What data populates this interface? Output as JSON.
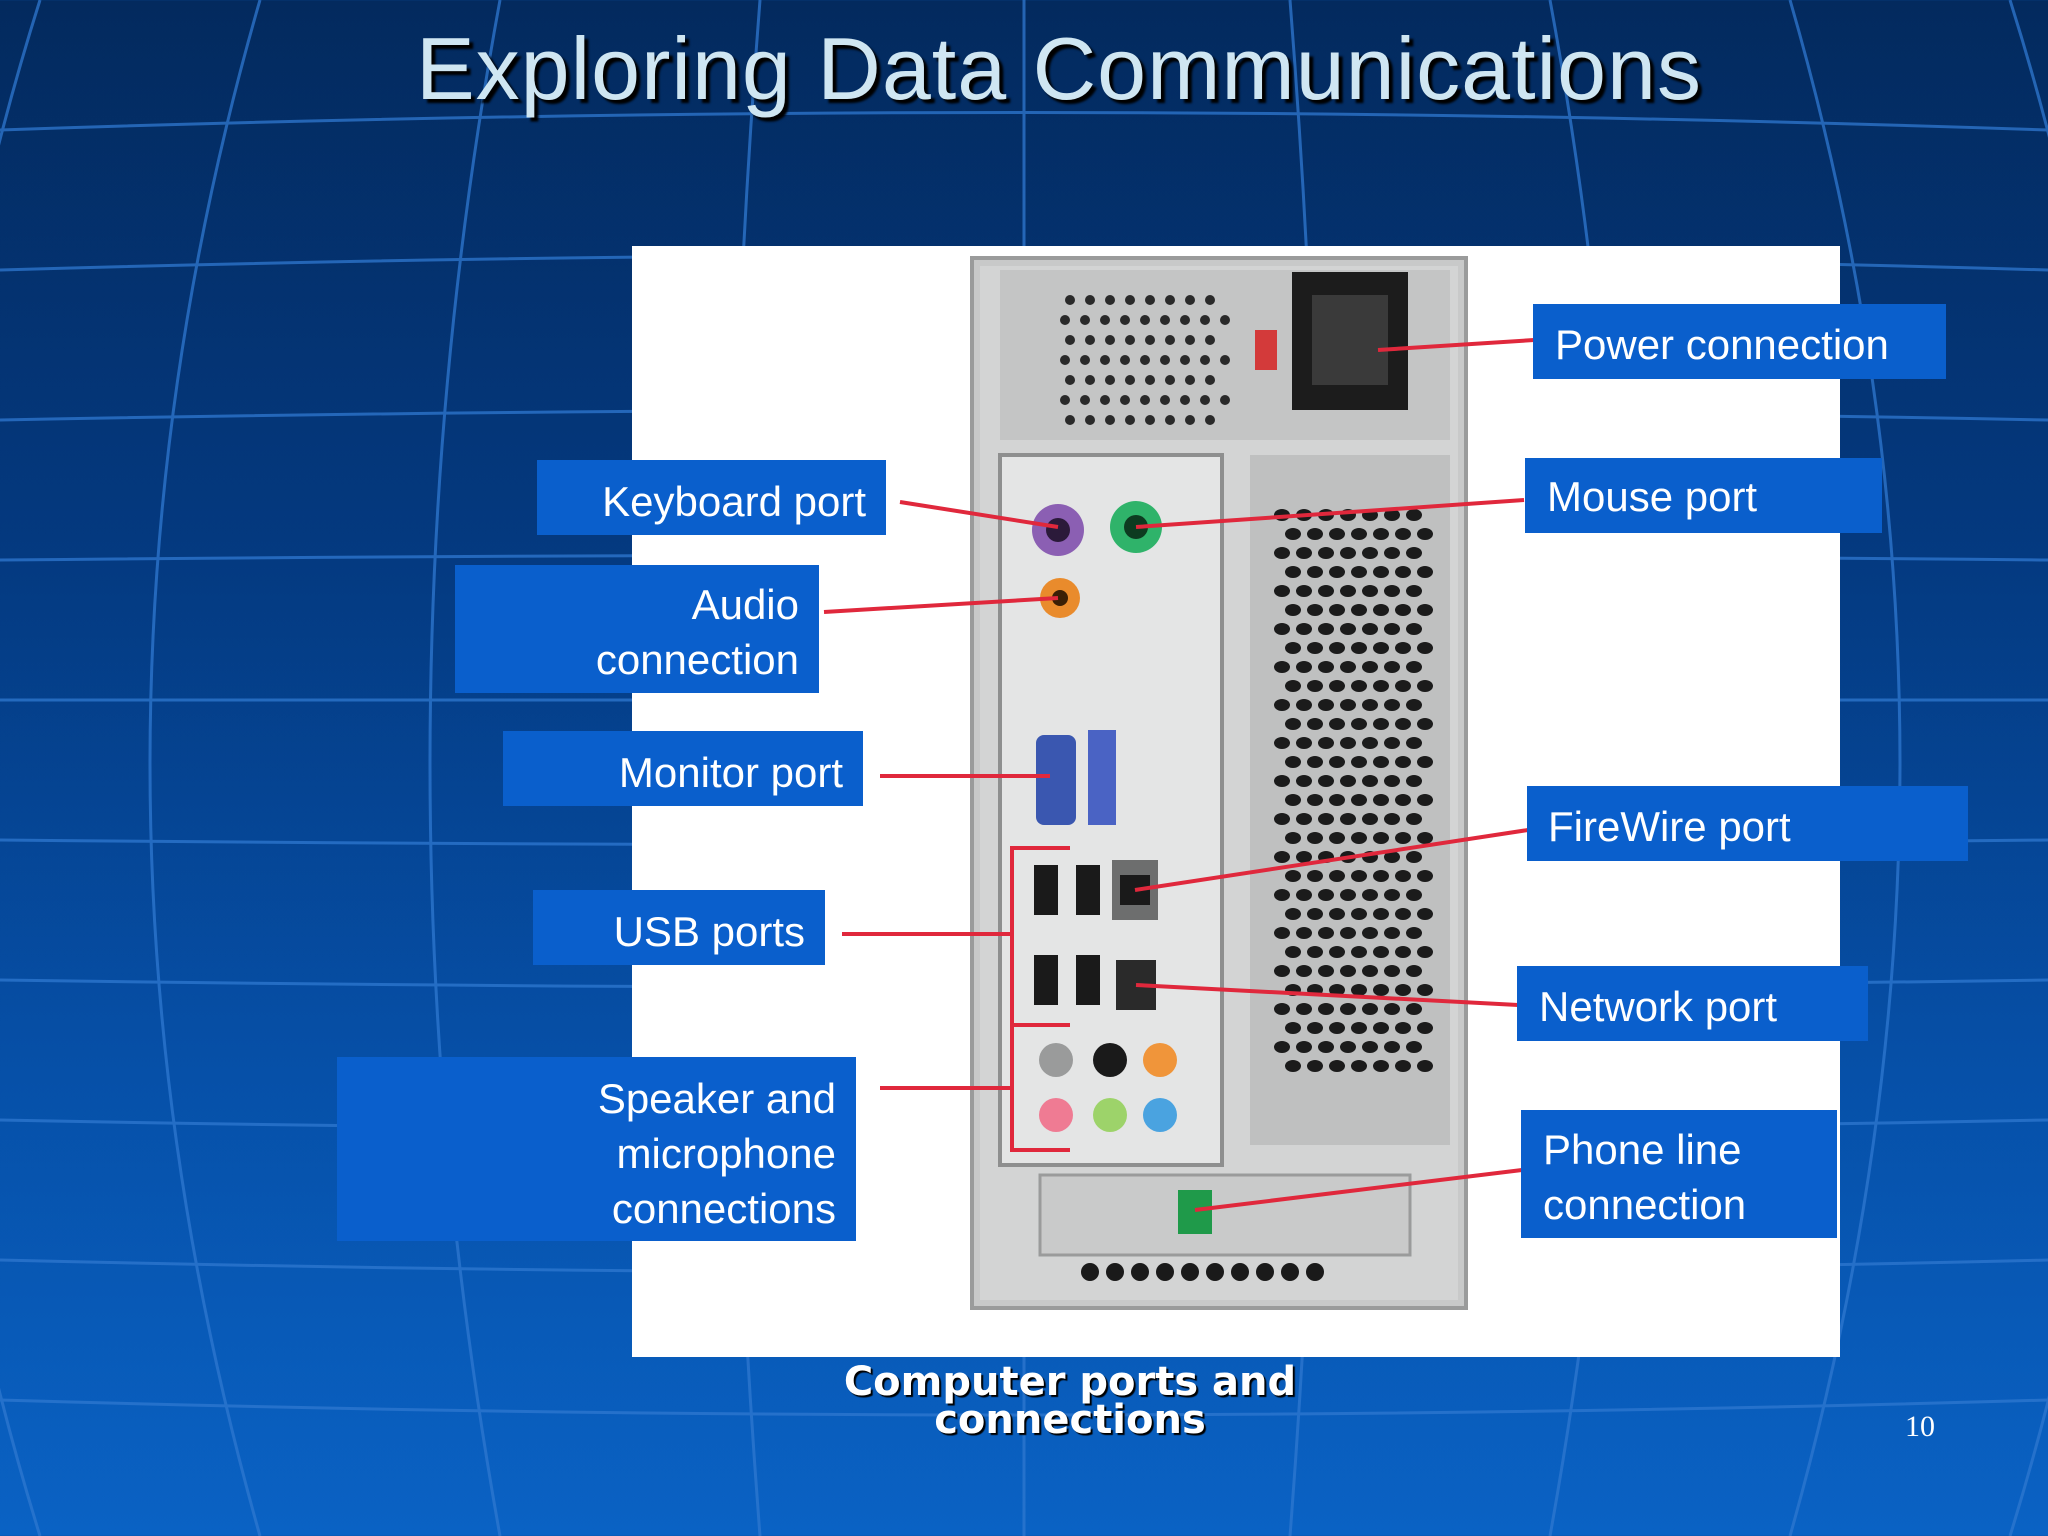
{
  "slide": {
    "title": "Exploring Data Communications",
    "caption": "Computer ports and connections",
    "page_number": "10"
  },
  "labels": {
    "power": "Power connection",
    "mouse": "Mouse port",
    "keyboard": "Keyboard port",
    "audio": "Audio connection",
    "monitor": "Monitor port",
    "firewire": "FireWire port",
    "usb": "USB ports",
    "network": "Network port",
    "speaker": "Speaker and microphone connections",
    "phone": "Phone line connection"
  },
  "colors": {
    "callout_bg": "#0a5fcc",
    "leader_line": "#e0283c",
    "panel_bg": "#ffffff",
    "title_text": "#cfe6f2"
  }
}
